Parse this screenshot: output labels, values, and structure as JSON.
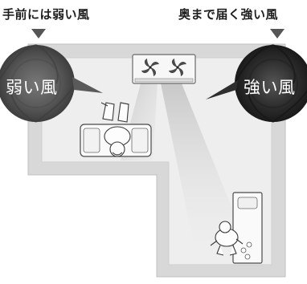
{
  "headers": {
    "left": "手前には弱い風",
    "right": "奥まで届く強い風"
  },
  "bubbles": {
    "weak_label": "弱い風",
    "strong_label": "強い風"
  },
  "colors": {
    "wall": "#d8d8d8",
    "floor": "#eeeeee",
    "weak_bubble": "#5a5a5a",
    "strong_bubble": "#2e2e2e",
    "arrow": "#555555"
  },
  "icons": [
    "pointer-arrow-icon",
    "air-conditioner-icon",
    "fan-blade-icon",
    "person-icon",
    "bed-icon",
    "pillow-icon"
  ]
}
